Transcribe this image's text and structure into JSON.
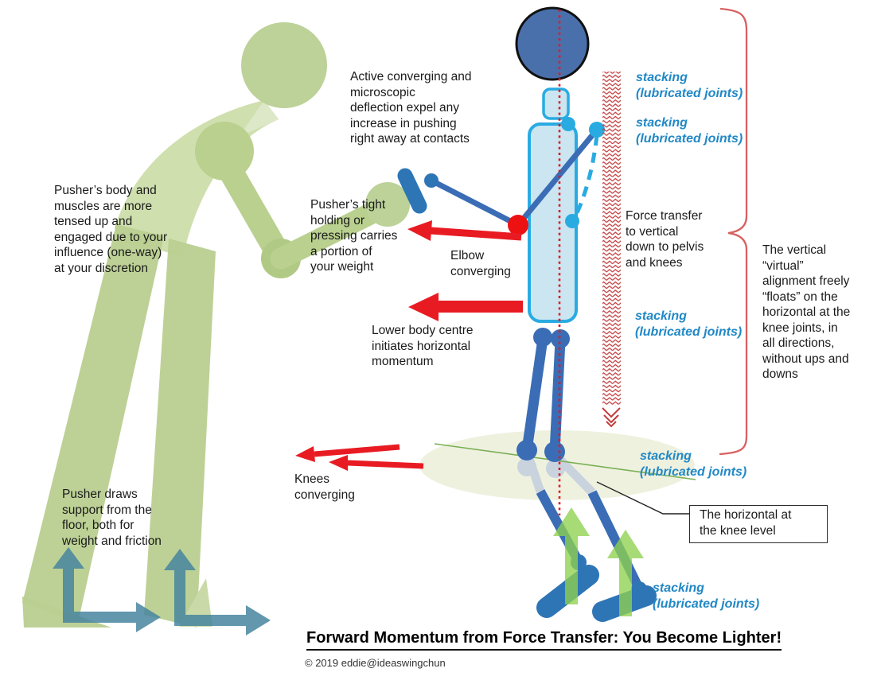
{
  "title": "Forward Momentum from Force Transfer: You Become Lighter!",
  "copyright": "© 2019 eddie@ideaswingchun",
  "labels": {
    "stacking": "stacking\n(lubricated joints)",
    "active_converging": "Active converging and\nmicroscopic\ndeflection expel any\nincrease in pushing\nright away at contacts",
    "pushers_body": "Pusher’s body and\nmuscles are more\ntensed up and\nengaged due to your\ninfluence (one-way)\nat your discretion",
    "pushers_tight": "Pusher’s tight\nholding or\npressing carries\na portion of\nyour weight",
    "elbow_converging": "Elbow\nconverging",
    "force_transfer": "Force transfer\nto vertical\ndown to pelvis\nand knees",
    "lower_body": "Lower body centre\ninitiates horizontal\nmomentum",
    "vertical_virtual": "The vertical\n“virtual”\nalignment freely\n“floats” on the\nhorizontal at the\nknee joints, in\nall directions,\nwithout ups and\ndowns",
    "knees_converging": "Knees\nconverging",
    "pusher_draws": "Pusher draws\nsupport from the\nfloor, both for\nweight and friction",
    "horizontal_knee_box": "The horizontal at\nthe knee level"
  },
  "colors": {
    "pusher_green_body": "#cfdfae",
    "pusher_green_limb": "#b9d08f",
    "stick_blue": "#3a6db5",
    "capsule_blue": "#2e75b6",
    "joint_cyan": "#29abe2",
    "torso_fill": "#cbe5f1",
    "head_fill": "#4a70ac",
    "accent_red": "#e81b23",
    "zigzag_red": "#c23b3b",
    "brace_red": "#d86060",
    "stacking_text": "#2188c6",
    "floor_arrow_teal": "#47859f",
    "lift_arrow_green": "#8fd14f",
    "knee_plane_fill": "#eef0dd",
    "knee_line_green": "#7ab055"
  }
}
